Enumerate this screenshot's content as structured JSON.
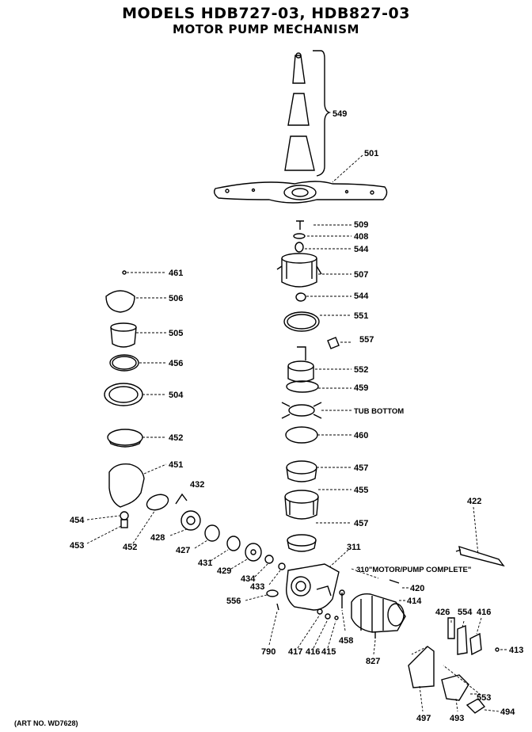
{
  "header": {
    "title": "MODELS HDB727-03, HDB827-03",
    "subtitle": "MOTOR PUMP MECHANISM"
  },
  "labels": {
    "l549": "549",
    "l501": "501",
    "l509": "509",
    "l408": "408",
    "l544a": "544",
    "l507": "507",
    "l544b": "544",
    "l551": "551",
    "l557": "557",
    "l552": "552",
    "l459": "459",
    "ltub": "TUB BOTTOM",
    "l460": "460",
    "l457a": "457",
    "l455": "455",
    "l457b": "457",
    "l461": "461",
    "l506": "506",
    "l505": "505",
    "l456": "456",
    "l504": "504",
    "l452a": "452",
    "l451": "451",
    "l432": "432",
    "l454": "454",
    "l453": "453",
    "l452b": "452",
    "l428": "428",
    "l427": "427",
    "l431": "431",
    "l429": "429",
    "l434": "434",
    "l433": "433",
    "l311": "311",
    "l310": "310\"MOTOR/PUMP COMPLETE\"",
    "l420": "420",
    "l414": "414",
    "l556": "556",
    "l790": "790",
    "l417": "417",
    "l416a": "416",
    "l415": "415",
    "l458": "458",
    "l827": "827",
    "l426": "426",
    "l554": "554",
    "l416b": "416",
    "l413": "413",
    "l422": "422",
    "l553": "553",
    "l497": "497",
    "l493": "493",
    "l494": "494"
  },
  "footer": {
    "art_no": "(ART NO. WD7628)"
  }
}
